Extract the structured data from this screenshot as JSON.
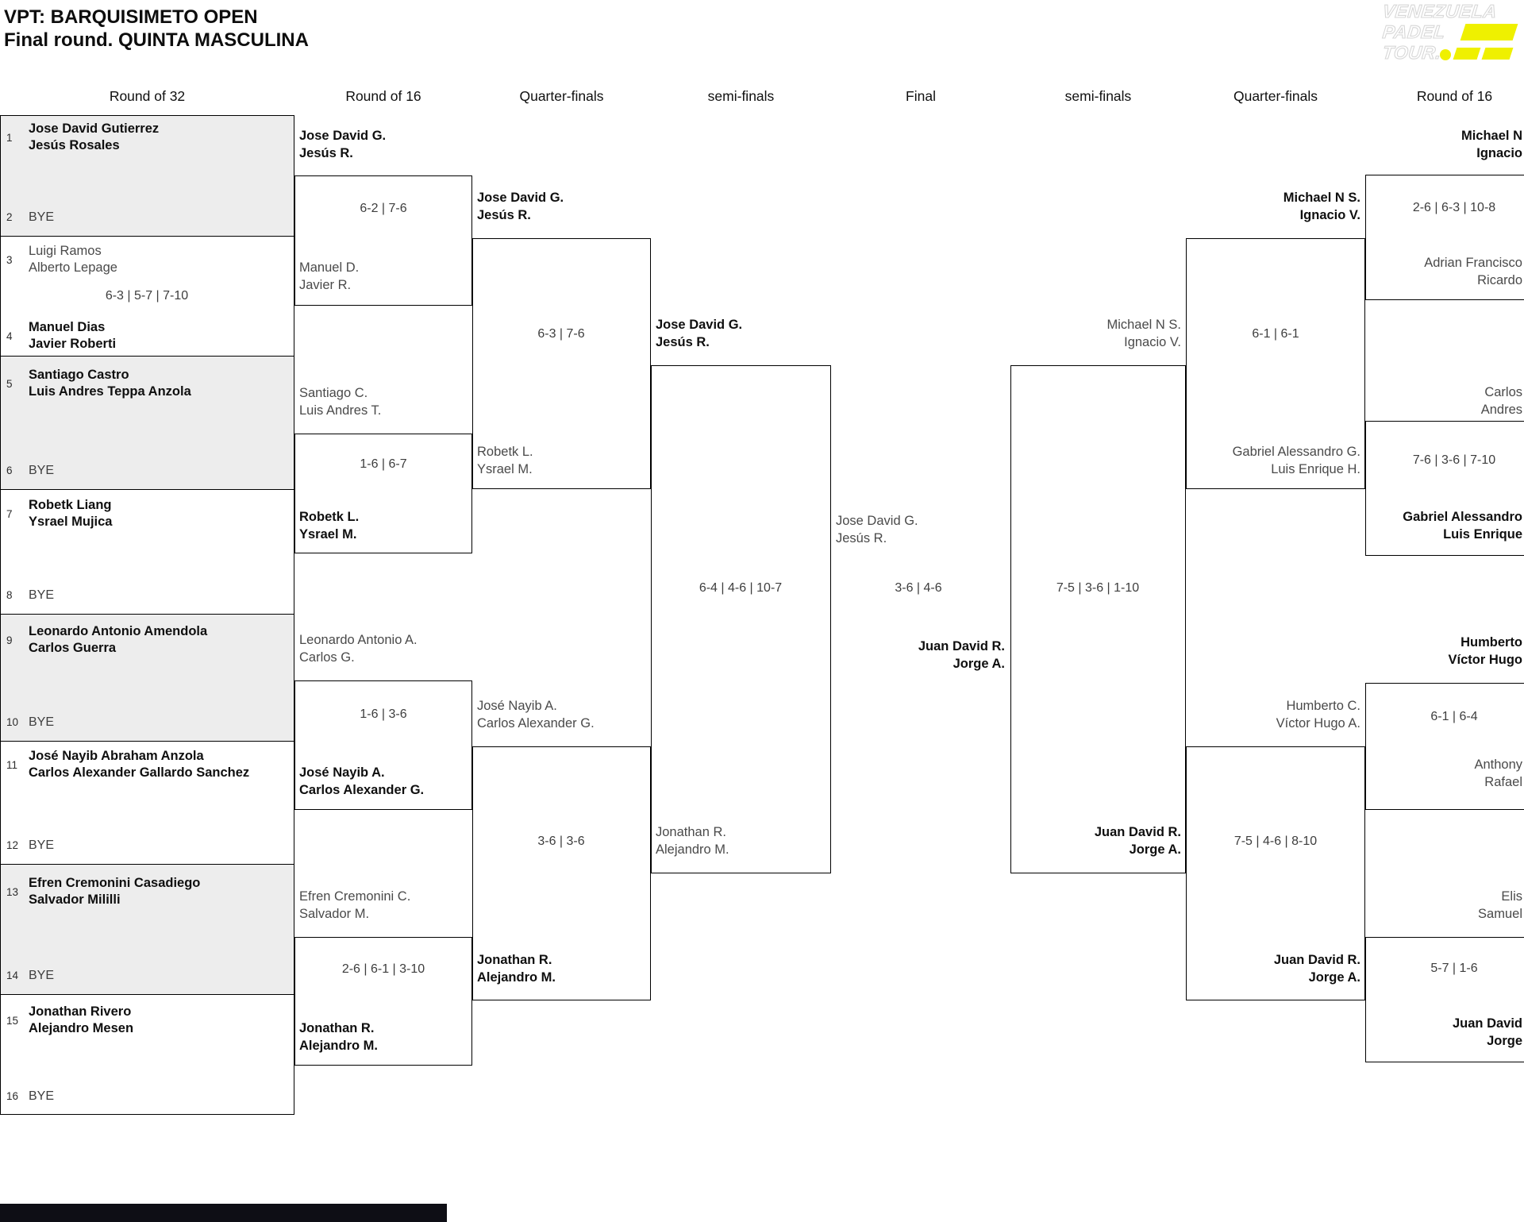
{
  "title": {
    "line1": "VPT: BARQUISIMETO OPEN",
    "line2": "Final round. QUINTA MASCULINA"
  },
  "logo": {
    "line1": "VENEZUELA",
    "line2": "PADEL",
    "line3": "TOUR."
  },
  "headers": [
    "Round of 32",
    "Round of 16",
    "Quarter-finals",
    "semi-finals",
    "Final",
    "semi-finals",
    "Quarter-finals",
    "Round of 16"
  ],
  "colors": {
    "accent_yellow": "#eff000",
    "shaded_box": "#ededed",
    "border": "#000000",
    "winner_text": "#0f0f0f",
    "loser_text": "#4a4a4a",
    "footer_bar": "#0e0e15"
  },
  "bracket": {
    "round_of_32": {
      "pairs": [
        {
          "top": {
            "seed": "1",
            "lines": [
              "Jose David Gutierrez",
              "Jesús Rosales"
            ],
            "result": "win"
          },
          "bottom": {
            "seed": "2",
            "lines": [
              "BYE"
            ],
            "result": "bye"
          },
          "score": ""
        },
        {
          "top": {
            "seed": "3",
            "lines": [
              "Luigi Ramos",
              "Alberto Lepage"
            ],
            "result": "loss"
          },
          "bottom": {
            "seed": "4",
            "lines": [
              "Manuel Dias",
              "Javier Roberti"
            ],
            "result": "win"
          },
          "score": "6-3 | 5-7 | 7-10"
        },
        {
          "top": {
            "seed": "5",
            "lines": [
              "Santiago Castro",
              "Luis Andres Teppa Anzola"
            ],
            "result": "win"
          },
          "bottom": {
            "seed": "6",
            "lines": [
              "BYE"
            ],
            "result": "bye"
          },
          "score": ""
        },
        {
          "top": {
            "seed": "7",
            "lines": [
              "Robetk Liang",
              "Ysrael Mujica"
            ],
            "result": "win"
          },
          "bottom": {
            "seed": "8",
            "lines": [
              "BYE"
            ],
            "result": "bye"
          },
          "score": ""
        },
        {
          "top": {
            "seed": "9",
            "lines": [
              "Leonardo Antonio Amendola",
              "Carlos Guerra"
            ],
            "result": "win"
          },
          "bottom": {
            "seed": "10",
            "lines": [
              "BYE"
            ],
            "result": "bye"
          },
          "score": ""
        },
        {
          "top": {
            "seed": "11",
            "lines": [
              "José Nayib Abraham Anzola",
              "Carlos Alexander Gallardo Sanchez"
            ],
            "result": "win"
          },
          "bottom": {
            "seed": "12",
            "lines": [
              "BYE"
            ],
            "result": "bye"
          },
          "score": ""
        },
        {
          "top": {
            "seed": "13",
            "lines": [
              "Efren Cremonini Casadiego",
              "Salvador Mililli"
            ],
            "result": "win"
          },
          "bottom": {
            "seed": "14",
            "lines": [
              "BYE"
            ],
            "result": "bye"
          },
          "score": ""
        },
        {
          "top": {
            "seed": "15",
            "lines": [
              "Jonathan Rivero",
              "Alejandro Mesen"
            ],
            "result": "win"
          },
          "bottom": {
            "seed": "16",
            "lines": [
              "BYE"
            ],
            "result": "bye"
          },
          "score": ""
        }
      ]
    },
    "round_of_16_left": {
      "matches": [
        {
          "top": {
            "lines": [
              "Jose David G.",
              "Jesús R."
            ],
            "result": "win"
          },
          "bottom": {
            "lines": [
              "Manuel D.",
              "Javier R."
            ],
            "result": "loss"
          },
          "score": "6-2 | 7-6"
        },
        {
          "top": {
            "lines": [
              "Santiago C.",
              "Luis Andres T."
            ],
            "result": "loss"
          },
          "bottom": {
            "lines": [
              "Robetk L.",
              "Ysrael M."
            ],
            "result": "win"
          },
          "score": "1-6 | 6-7"
        },
        {
          "top": {
            "lines": [
              "Leonardo Antonio A.",
              "Carlos G."
            ],
            "result": "loss"
          },
          "bottom": {
            "lines": [
              "José Nayib A.",
              "Carlos Alexander G."
            ],
            "result": "win"
          },
          "score": "1-6 | 3-6"
        },
        {
          "top": {
            "lines": [
              "Efren Cremonini C.",
              "Salvador M."
            ],
            "result": "loss"
          },
          "bottom": {
            "lines": [
              "Jonathan R.",
              "Alejandro M."
            ],
            "result": "win"
          },
          "score": "2-6 | 6-1 | 3-10"
        }
      ]
    },
    "quarter_finals_left": {
      "matches": [
        {
          "top": {
            "lines": [
              "Jose David G.",
              "Jesús R."
            ],
            "result": "win"
          },
          "bottom": {
            "lines": [
              "Robetk L.",
              "Ysrael M."
            ],
            "result": "loss"
          },
          "score": "6-3 | 7-6"
        },
        {
          "top": {
            "lines": [
              "José Nayib A.",
              "Carlos Alexander G."
            ],
            "result": "loss"
          },
          "bottom": {
            "lines": [
              "Jonathan R.",
              "Alejandro M."
            ],
            "result": "win"
          },
          "score": "3-6 | 3-6"
        }
      ]
    },
    "semi_finals_left": {
      "match": {
        "top": {
          "lines": [
            "Jose David G.",
            "Jesús R."
          ],
          "result": "win"
        },
        "bottom": {
          "lines": [
            "Jonathan R.",
            "Alejandro M."
          ],
          "result": "loss"
        },
        "score": "6-4 | 4-6 | 10-7"
      }
    },
    "final": {
      "left": {
        "lines": [
          "Jose David G.",
          "Jesús R."
        ],
        "result": "loss"
      },
      "right": {
        "lines": [
          "Juan David R.",
          "Jorge A."
        ],
        "result": "win"
      },
      "score": "3-6 | 4-6"
    },
    "semi_finals_right": {
      "match": {
        "top": {
          "lines": [
            "Michael N S.",
            "Ignacio V."
          ],
          "result": "loss"
        },
        "bottom": {
          "lines": [
            "Juan David R.",
            "Jorge A."
          ],
          "result": "win"
        },
        "score": "7-5 | 3-6 | 1-10"
      }
    },
    "quarter_finals_right": {
      "matches": [
        {
          "top": {
            "lines": [
              "Michael N S.",
              "Ignacio V."
            ],
            "result": "win"
          },
          "bottom": {
            "lines": [
              "Gabriel Alessandro G.",
              "Luis Enrique H."
            ],
            "result": "loss"
          },
          "score": "6-1 | 6-1"
        },
        {
          "top": {
            "lines": [
              "Humberto C.",
              "Víctor Hugo A."
            ],
            "result": "loss"
          },
          "bottom": {
            "lines": [
              "Juan David R.",
              "Jorge A."
            ],
            "result": "win"
          },
          "score": "7-5 | 4-6 | 8-10"
        }
      ]
    },
    "round_of_16_right": {
      "matches": [
        {
          "top": {
            "lines": [
              "Michael N",
              "Ignacio"
            ],
            "result": "win"
          },
          "bottom": {
            "lines": [
              "Adrian Francisco",
              "Ricardo"
            ],
            "result": "loss"
          },
          "score": "2-6 | 6-3 | 10-8"
        },
        {
          "top": {
            "lines": [
              "Carlos",
              "Andres"
            ],
            "result": "loss"
          },
          "bottom": {
            "lines": [
              "Gabriel Alessandro",
              "Luis Enrique"
            ],
            "result": "win"
          },
          "score": "7-6 | 3-6 | 7-10"
        },
        {
          "top": {
            "lines": [
              "Humberto",
              "Víctor Hugo"
            ],
            "result": "win"
          },
          "bottom": {
            "lines": [
              "Anthony",
              "Rafael"
            ],
            "result": "loss"
          },
          "score": "6-1 | 6-4"
        },
        {
          "top": {
            "lines": [
              "Elis",
              "Samuel"
            ],
            "result": "loss"
          },
          "bottom": {
            "lines": [
              "Juan David",
              "Jorge"
            ],
            "result": "win"
          },
          "score": "5-7 | 1-6"
        }
      ]
    }
  }
}
